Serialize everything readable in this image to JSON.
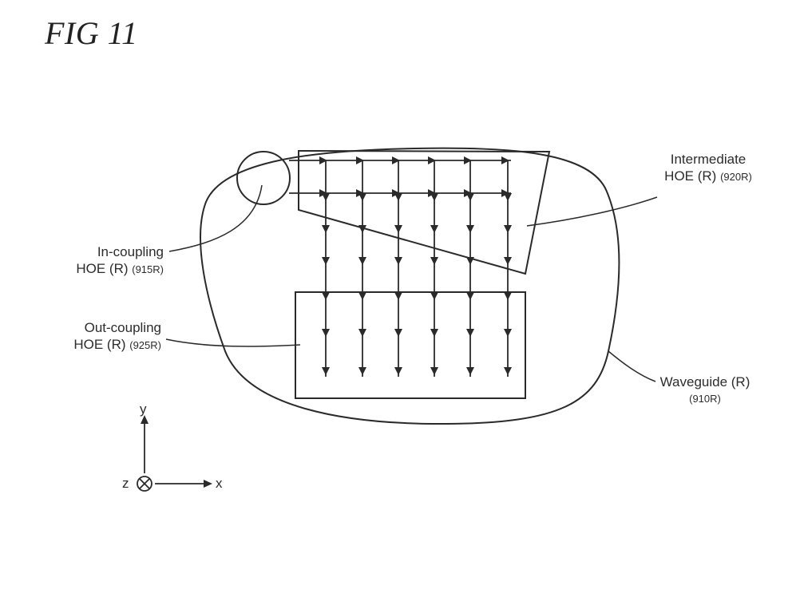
{
  "figure": {
    "title": "FIG 11"
  },
  "labels": {
    "intermediate": {
      "line1": "Intermediate",
      "line2_main": "HOE (R) ",
      "line2_ref": "(920R)"
    },
    "incoupling": {
      "line1": "In-coupling",
      "line2_main": "HOE (R) ",
      "line2_ref": "(915R)"
    },
    "outcoupling": {
      "line1": "Out-coupling",
      "line2_main": "HOE (R) ",
      "line2_ref": "(925R)"
    },
    "waveguide": {
      "line1": "Waveguide (R)",
      "line2": "(910R)"
    }
  },
  "axes": {
    "y": "y",
    "x": "x",
    "z": "z"
  },
  "colors": {
    "ink": "#2a2a2a",
    "background": "#ffffff"
  },
  "icons": {
    "z_axis": "into-page-cross-circle-icon"
  }
}
